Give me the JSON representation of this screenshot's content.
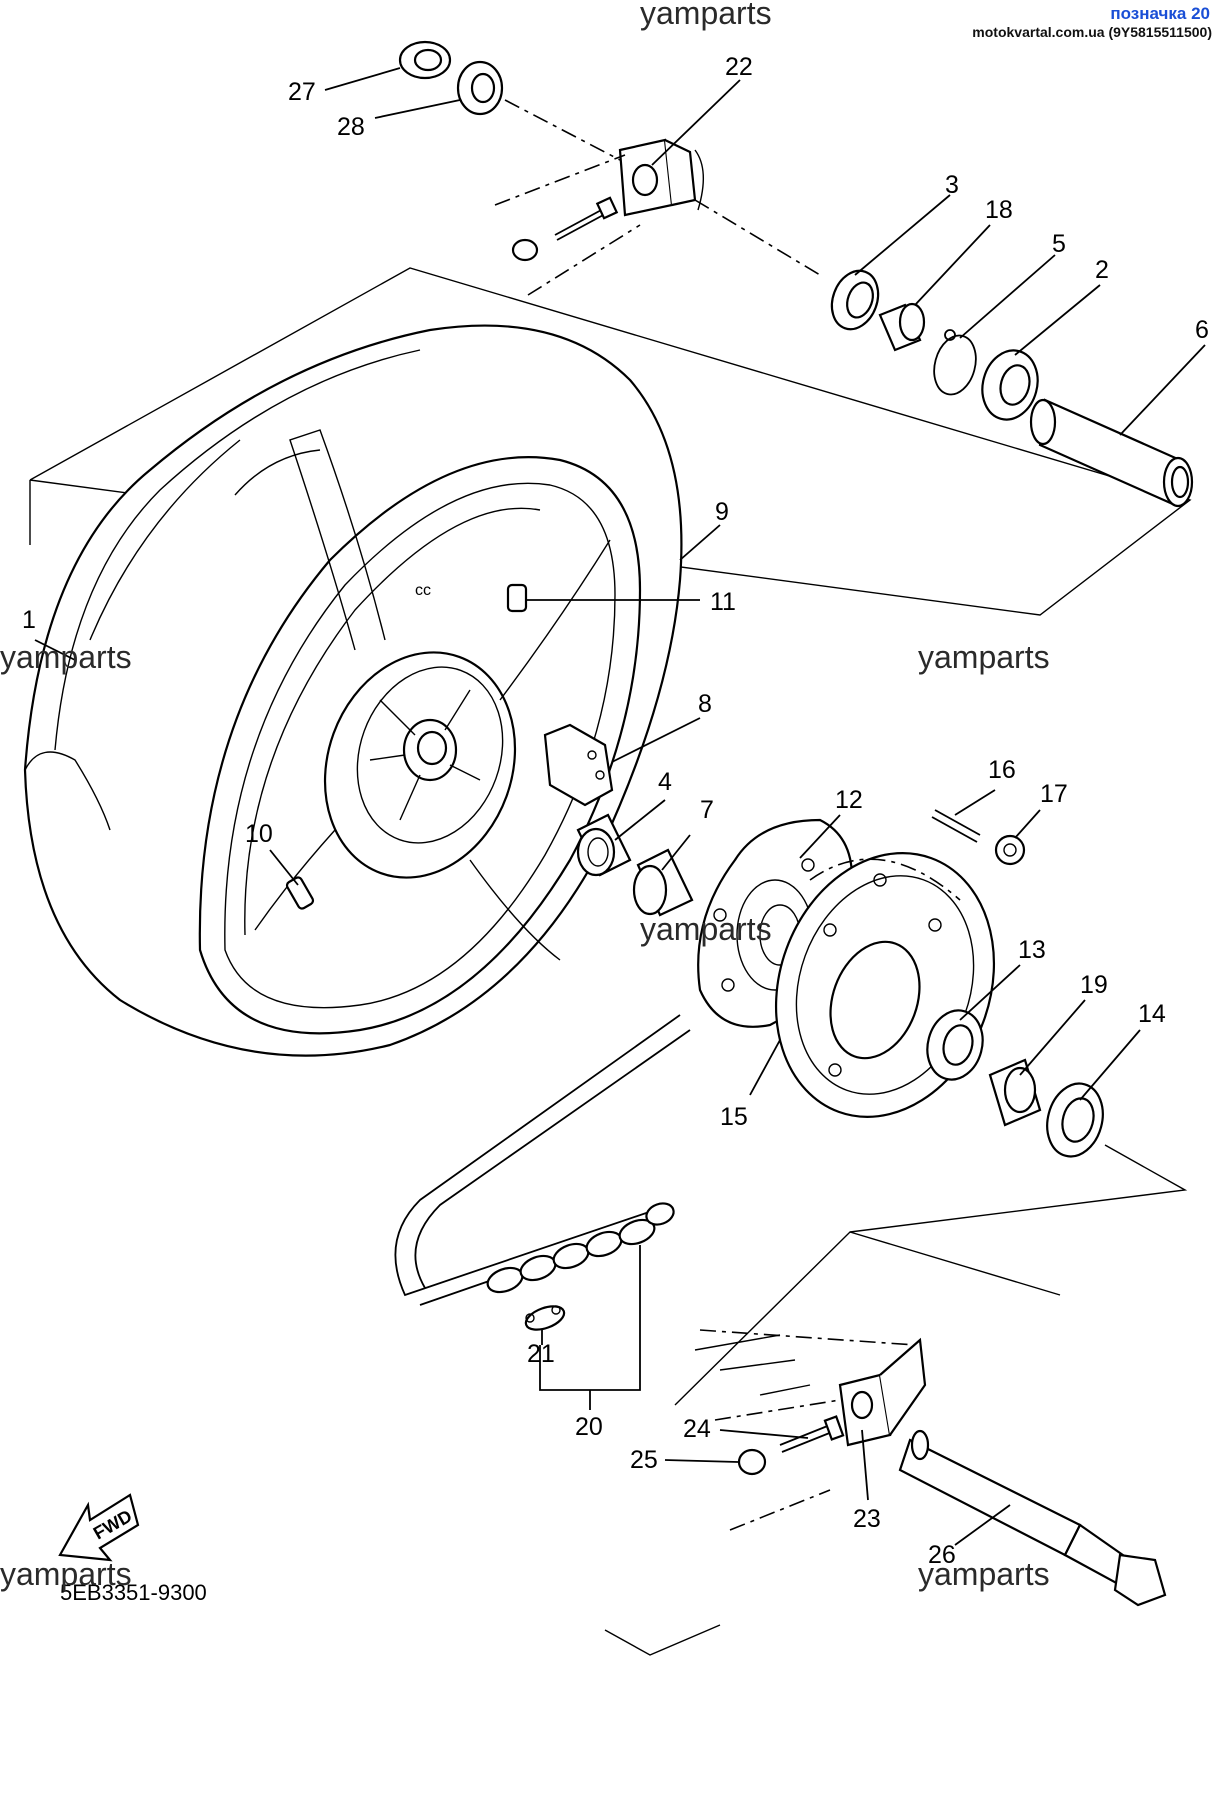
{
  "header": {
    "title": "позначка 20",
    "site": "motokvartal.com.ua (9Y5815511500)"
  },
  "watermark": "yamparts",
  "diagram_code": "5EB3351-9300",
  "fwd_label": "FWD",
  "callouts": {
    "n1": "1",
    "n2": "2",
    "n3": "3",
    "n4": "4",
    "n5": "5",
    "n6": "6",
    "n7": "7",
    "n8": "8",
    "n9": "9",
    "n10": "10",
    "n11": "11",
    "n12": "12",
    "n13": "13",
    "n14": "14",
    "n15": "15",
    "n16": "16",
    "n17": "17",
    "n18": "18",
    "n19": "19",
    "n20": "20",
    "n21": "21",
    "n22": "22",
    "n23": "23",
    "n24": "24",
    "n25": "25",
    "n26": "26",
    "n27": "27",
    "n28": "28"
  }
}
